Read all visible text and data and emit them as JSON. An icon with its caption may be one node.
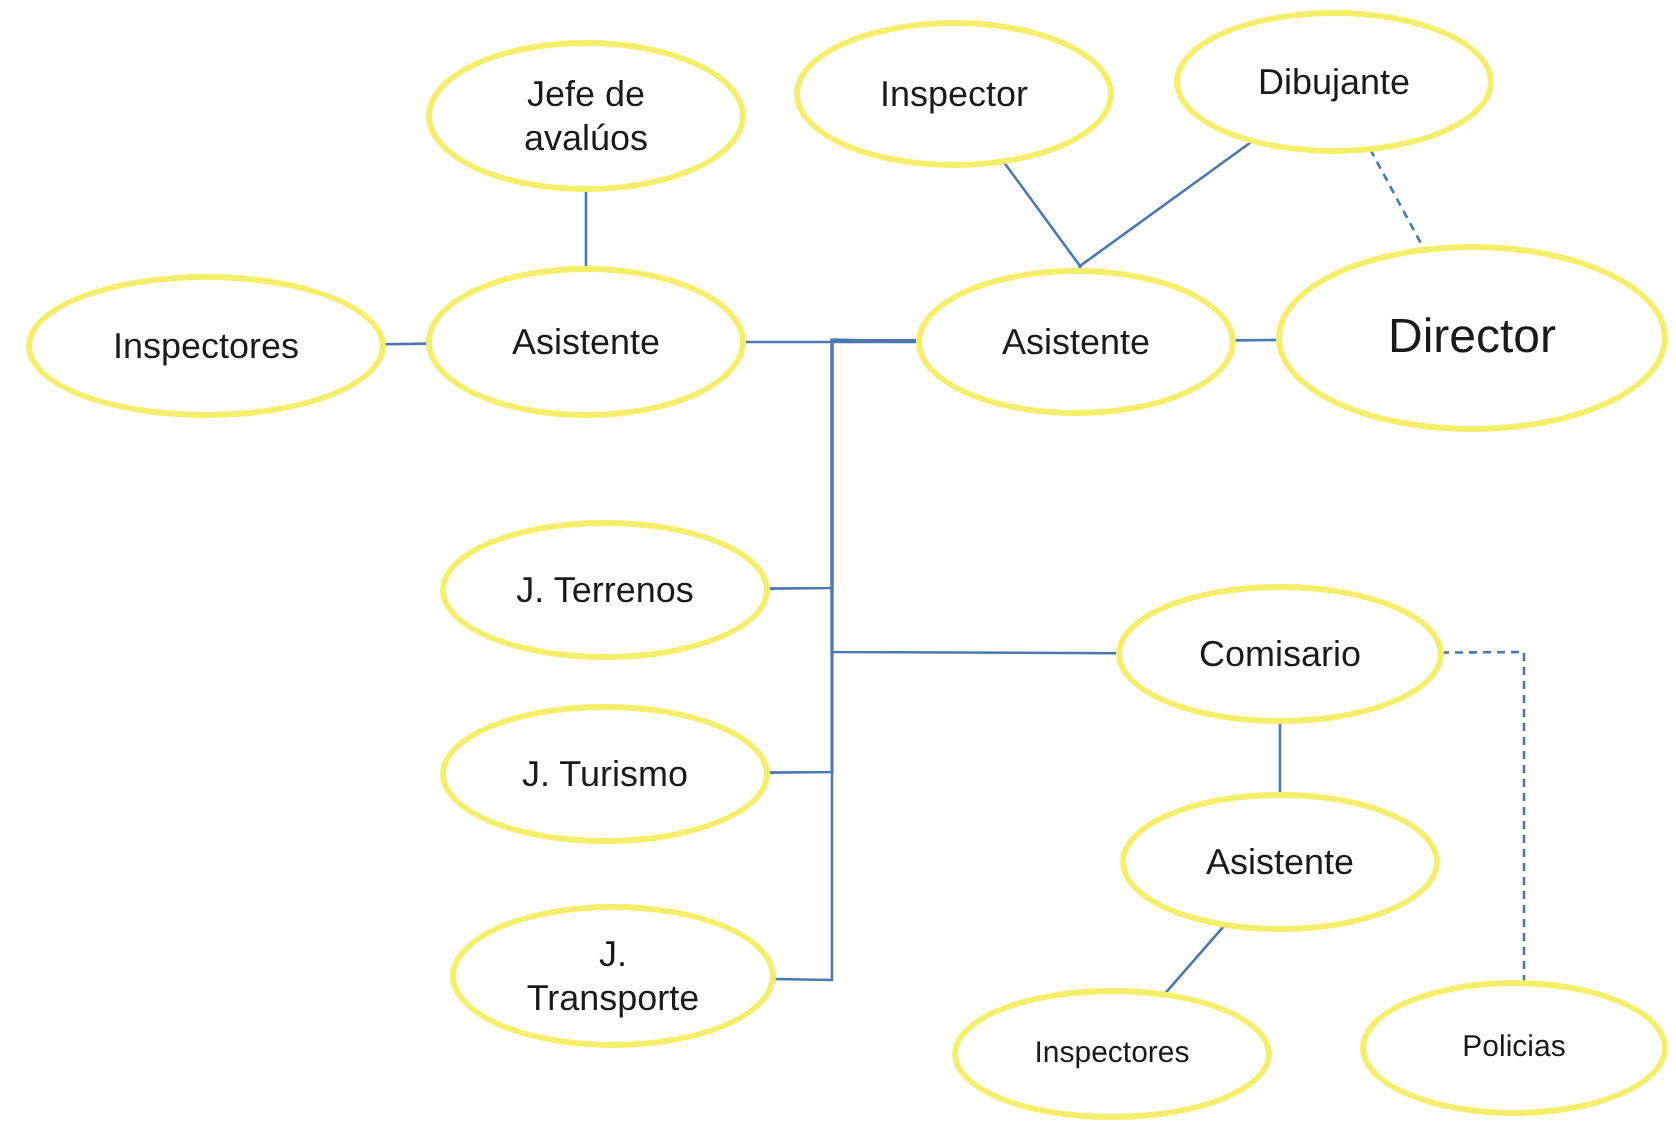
{
  "diagram": {
    "nodes": [
      {
        "text": [
          "Jefe de avalúos"
        ]
      },
      {
        "text": [
          "Dibujante"
        ]
      },
      {
        "text": [
          "Inspector"
        ]
      },
      {
        "text": [
          "Inspectores"
        ]
      },
      {
        "text": [
          "Asistente"
        ]
      },
      {
        "text": [
          "Asistente"
        ]
      },
      {
        "text": [
          "Director"
        ]
      },
      {
        "text": [
          "J. Terrenos"
        ]
      },
      {
        "text": [
          "Comisario"
        ]
      },
      {
        "text": [
          "J. Turismo"
        ]
      },
      {
        "text": [
          "Asistente"
        ]
      },
      {
        "text": [
          "J. Transporte"
        ]
      },
      {
        "text": [
          "Inspectores"
        ]
      },
      {
        "text": [
          "Policias"
        ]
      }
    ],
    "edges": [
      {
        "from": 0,
        "to": 4,
        "arrow": "none"
      },
      {
        "from": 3,
        "to": 4,
        "arrow": "none"
      },
      {
        "from": 4,
        "to": 5,
        "arrow": "none"
      },
      {
        "from": 2,
        "to": 5,
        "arrow": "none"
      },
      {
        "from": 1,
        "to": 5,
        "arrow": "none"
      },
      {
        "from": 1,
        "to": 6,
        "arrow": "none",
        "style": "dashed"
      },
      {
        "from": 5,
        "to": 6,
        "arrow": "none"
      },
      {
        "from": 5,
        "to": 7,
        "arrow": "none"
      },
      {
        "from": 5,
        "to": 9,
        "arrow": "none"
      },
      {
        "from": 5,
        "to": 11,
        "arrow": "none"
      },
      {
        "from": 5,
        "to": 8,
        "arrow": "none"
      },
      {
        "from": 8,
        "to": 10,
        "arrow": "none"
      },
      {
        "from": 10,
        "to": 12,
        "arrow": "none"
      },
      {
        "from": 8,
        "to": 13,
        "arrow": "none",
        "style": "dashed"
      }
    ]
  }
}
